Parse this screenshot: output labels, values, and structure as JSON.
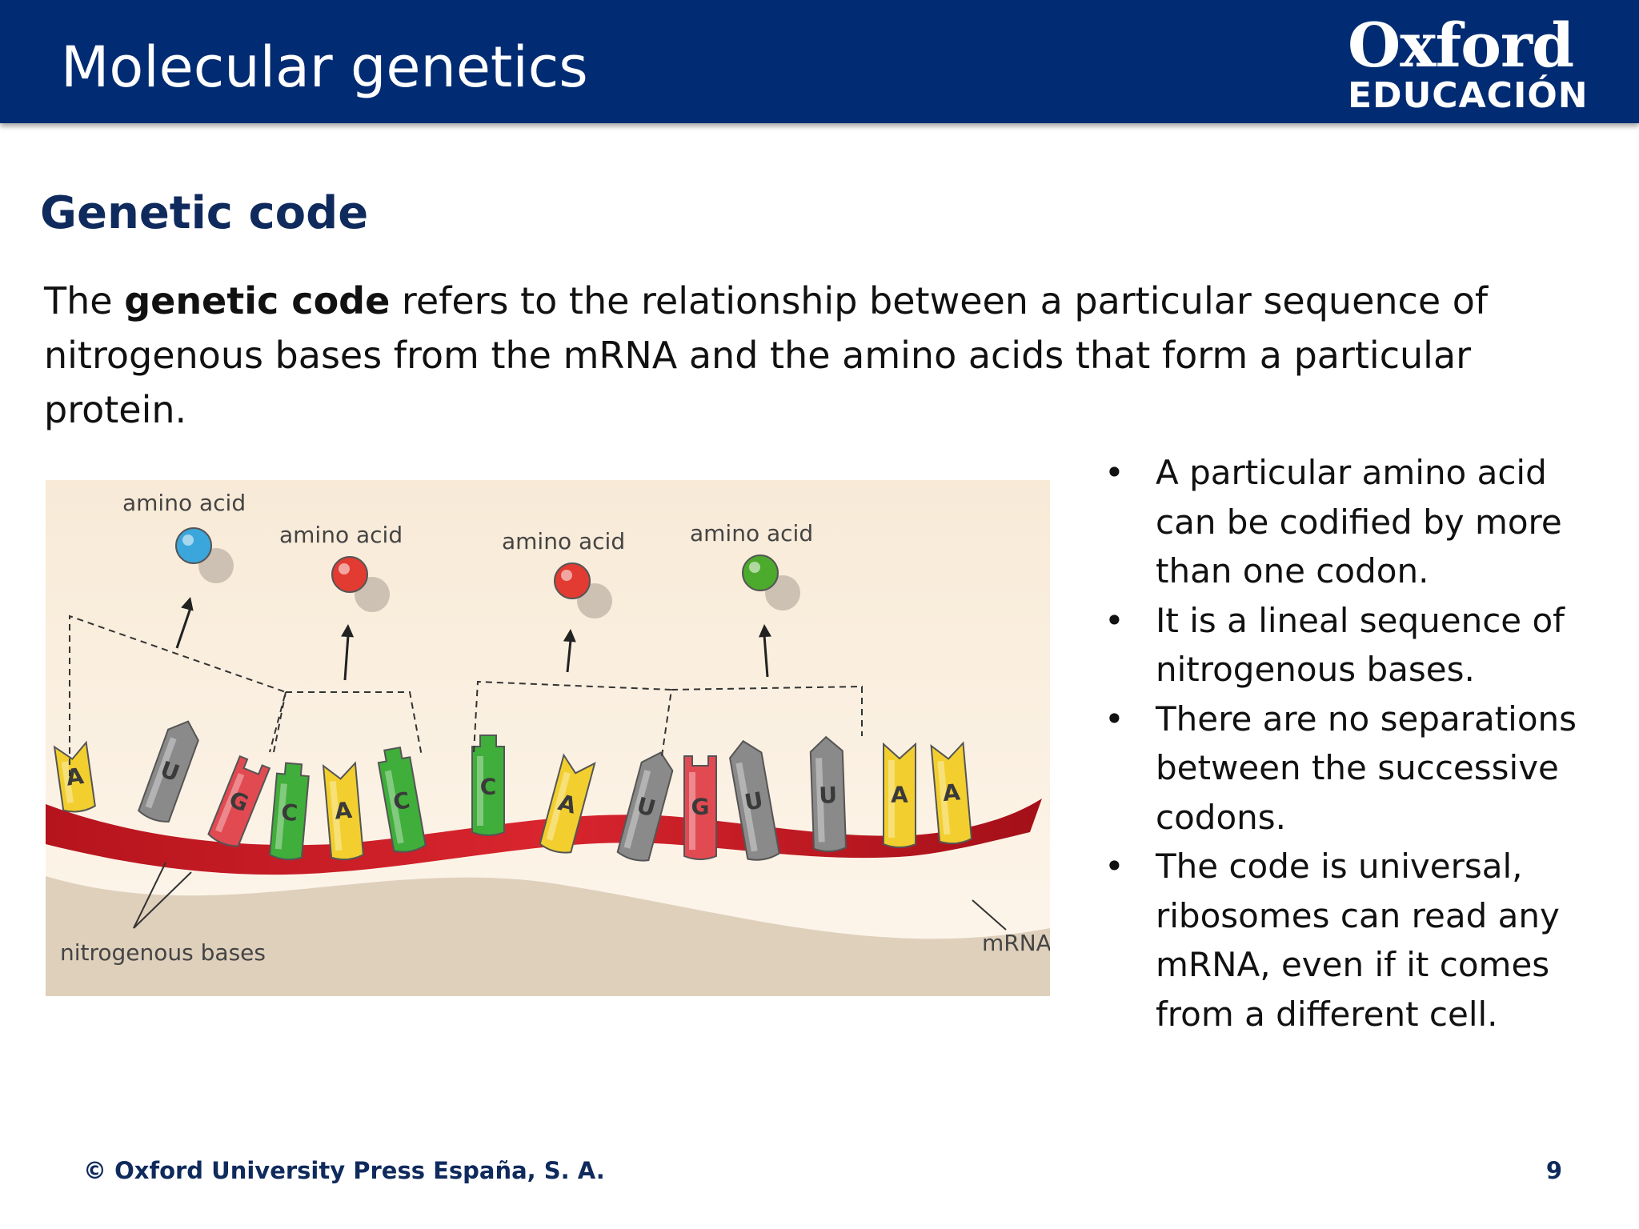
{
  "header": {
    "title": "Molecular genetics",
    "logo_main": "Oxford",
    "logo_sub": "EDUCACIÓN"
  },
  "section": {
    "title": "Genetic code",
    "intro_before": "The ",
    "intro_bold": "genetic code",
    "intro_after": " refers to the relationship between a particular sequence of nitrogenous bases from the mRNA and the amino acids that form a particular protein."
  },
  "figure": {
    "amino_acid_label": "amino acid",
    "amino_acid_colors": [
      "#3aa6dc",
      "#e23b32",
      "#e23b32",
      "#4caa2c"
    ],
    "nitrogenous_bases_label": "nitrogenous bases",
    "mrna_label": "mRNA",
    "bases": [
      "A",
      "U",
      "G",
      "C",
      "A",
      "C",
      "C",
      "A",
      "U",
      "G",
      "U",
      "U",
      "A",
      "A"
    ],
    "base_colors": {
      "A": "#f2cf2e",
      "U": "#8a8a8a",
      "G": "#e24a52",
      "C": "#3fae3a"
    }
  },
  "bullets": [
    "A particular amino acid can be codified by more than one codon.",
    "It is a lineal sequence of nitrogenous bases.",
    "There are no separations between the successive codons.",
    "The code is universal, ribosomes can read any mRNA, even if it comes from a different cell."
  ],
  "footer": {
    "copyright": "© Oxford University Press España, S. A.",
    "page_number": "9"
  }
}
